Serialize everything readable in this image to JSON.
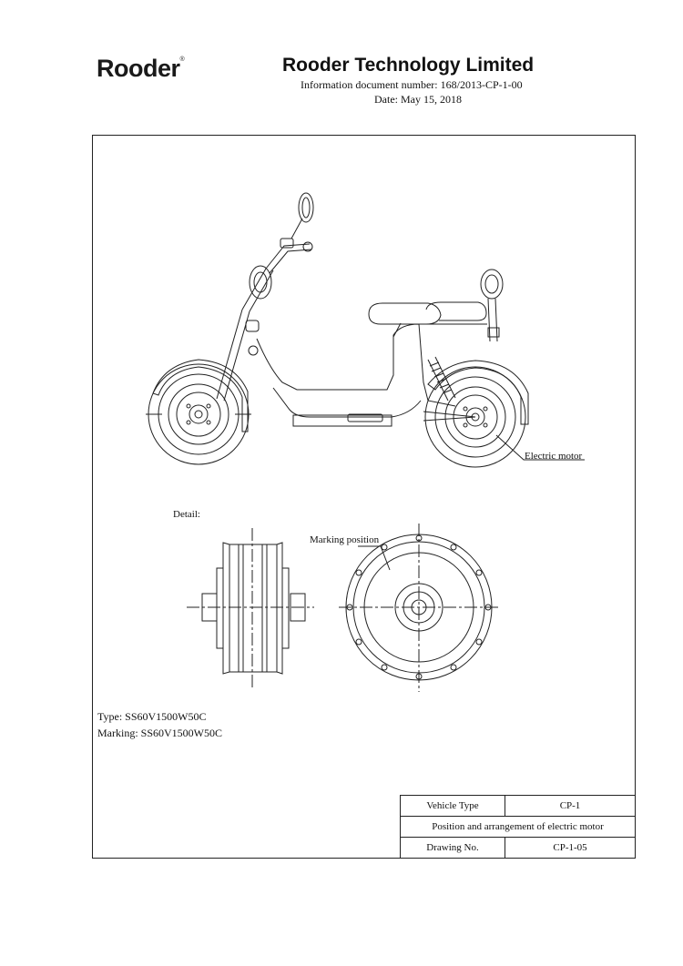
{
  "header": {
    "logo_text": "Rooder",
    "company": "Rooder Technology Limited",
    "doc_number": "Information document number: 168/2013-CP-1-00",
    "date": "Date: May 15, 2018"
  },
  "drawing": {
    "motor_callout": "Electric motor",
    "detail_label": "Detail:",
    "marking_position_label": "Marking position"
  },
  "specs": {
    "type": "Type: SS60V1500W50C",
    "marking": "Marking: SS60V1500W50C"
  },
  "title_block": {
    "vehicle_type_label": "Vehicle Type",
    "vehicle_type_value": "CP-1",
    "description": "Position and arrangement of electric motor",
    "drawing_no_label": "Drawing No.",
    "drawing_no_value": "CP-1-05"
  }
}
